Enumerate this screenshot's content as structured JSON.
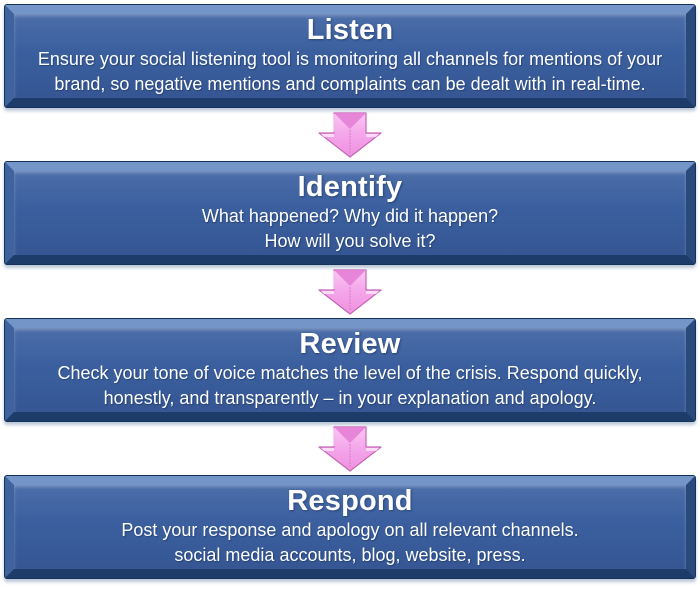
{
  "diagram": {
    "type": "process-flow",
    "direction": "top-to-bottom",
    "steps": [
      {
        "title": "Listen",
        "body": "Ensure your social listening tool is monitoring all channels for mentions of your\nbrand, so negative mentions and complaints can be dealt with in real-time."
      },
      {
        "title": "Identify",
        "body": "What happened? Why did it happen?\nHow will you solve it?"
      },
      {
        "title": "Review",
        "body": "Check your tone of voice matches the level of the crisis. Respond quickly,\nhonestly, and transparently – in your explanation and apology."
      },
      {
        "title": "Respond",
        "body": "Post your response and apology on all relevant channels.\nsocial media accounts, blog, website, press."
      }
    ],
    "connector_icon": "down-arrow-icon",
    "colors": {
      "box_face": "#3b5f9e",
      "box_face_top": "#4c6ea9",
      "bevel_top": "#7495c8",
      "bevel_left": "#3f639c",
      "bevel_right": "#2a4a7d",
      "bevel_bottom": "#1e3c6a",
      "box_outline": "#14335a",
      "text": "#ffffff",
      "arrow_fill_light": "#fbc6f3",
      "arrow_fill": "#f4a5ea",
      "arrow_fill_dark": "#ee92df",
      "arrow_edge": "#c666b6",
      "arrow_facet": "#e480d6"
    }
  }
}
